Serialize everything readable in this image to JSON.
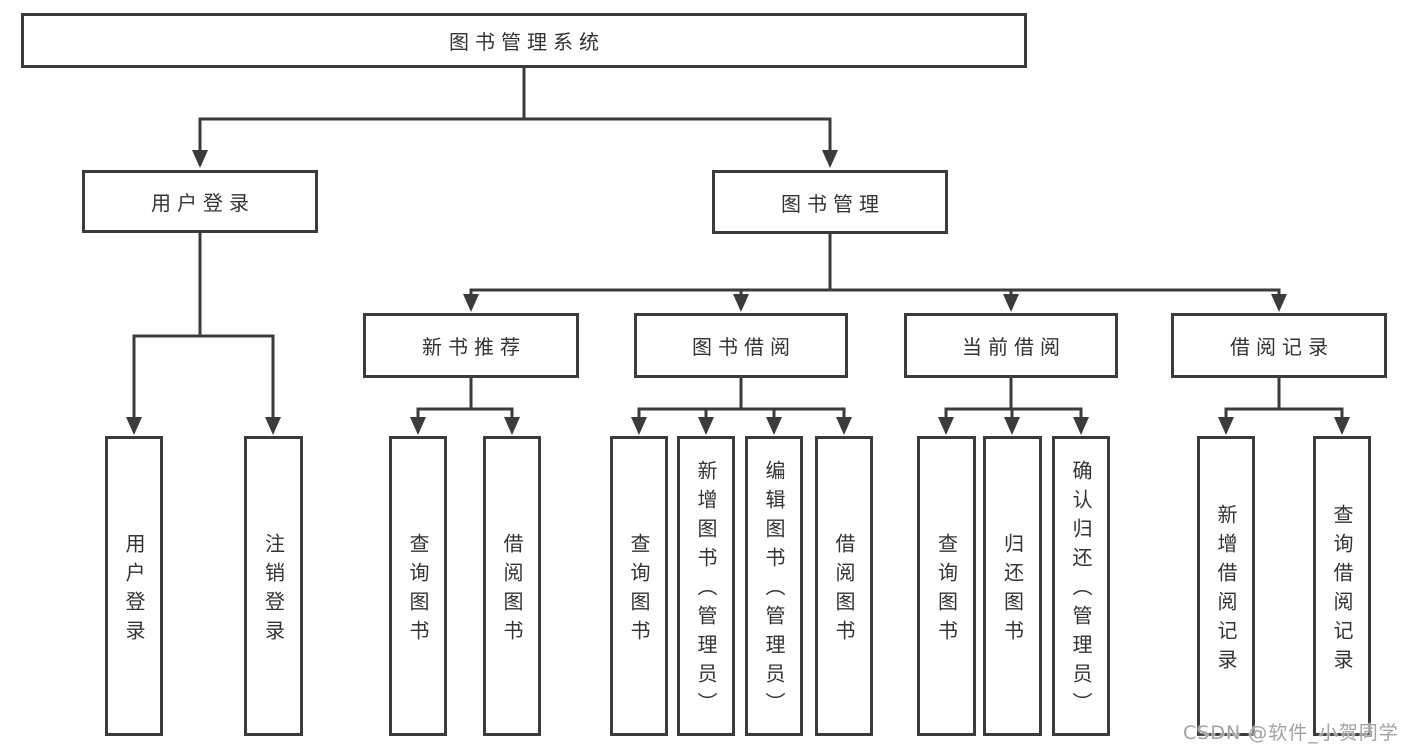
{
  "diagram": {
    "title_node": "图书管理系统",
    "level2": {
      "user_login": "用户登录",
      "book_management": "图书管理"
    },
    "level3": {
      "new_book_recommend": "新书推荐",
      "book_borrow": "图书借阅",
      "current_borrow": "当前借阅",
      "borrow_records": "借阅记录"
    },
    "leaves": {
      "user_login": [
        "用户登录",
        "注销登录"
      ],
      "new_book_recommend": [
        "查询图书",
        "借阅图书"
      ],
      "book_borrow": [
        "查询图书",
        "新增图书（管理员）",
        "编辑图书（管理员）",
        "借阅图书"
      ],
      "current_borrow": [
        "查询图书",
        "归还图书",
        "确认归还（管理员）"
      ],
      "borrow_records": [
        "新增借阅记录",
        "查询借阅记录"
      ]
    }
  },
  "watermark": "CSDN @软件_小贺同学",
  "colors": {
    "line": "#3b3b3b",
    "text": "#333333",
    "watermark": "#a2a2a2",
    "background": "#ffffff"
  }
}
